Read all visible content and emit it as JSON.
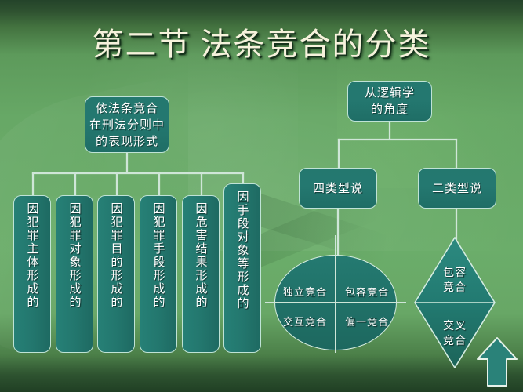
{
  "slide": {
    "title": "第二节  法条竞合的分类",
    "background_color": "#6bad6a",
    "accent_color": "#24786f",
    "border_color": "#bfe3d6",
    "title_color": "#f6f2dc"
  },
  "left_branch": {
    "root": "依法条竞合\n在刑法分则中\n的表现形式",
    "root_lines": [
      "依法条竞合",
      "在刑法分则中",
      "的表现形式"
    ],
    "children": [
      {
        "label": "因犯罪主体形成的"
      },
      {
        "label": "因犯罪对象形成的"
      },
      {
        "label": "因犯罪目的形成的"
      },
      {
        "label": "因犯罪手段形成的"
      },
      {
        "label": "因危害结果形成的"
      },
      {
        "label": "因手段对象等形成的"
      }
    ]
  },
  "right_branch": {
    "root_lines": [
      "从逻辑学",
      "的角度"
    ],
    "children": [
      {
        "label": "四类型说"
      },
      {
        "label": "二类型说"
      }
    ],
    "four_types": {
      "shape": "ellipse",
      "quadrants": [
        {
          "position": "top-left",
          "label": "独立竞合"
        },
        {
          "position": "top-right",
          "label": "包容竞合"
        },
        {
          "position": "bottom-left",
          "label": "交互竞合"
        },
        {
          "position": "bottom-right",
          "label": "偏一竞合"
        }
      ]
    },
    "two_types": {
      "shape": "diamond",
      "halves": [
        {
          "position": "top",
          "label": "包容\n竞合",
          "line1": "包容",
          "line2": "竞合"
        },
        {
          "position": "bottom",
          "label": "交叉\n竞合",
          "line1": "交叉",
          "line2": "竞合"
        }
      ]
    }
  },
  "decorations": {
    "arrow": {
      "icon": "up-arrow-icon",
      "color": "#2a8279"
    }
  }
}
